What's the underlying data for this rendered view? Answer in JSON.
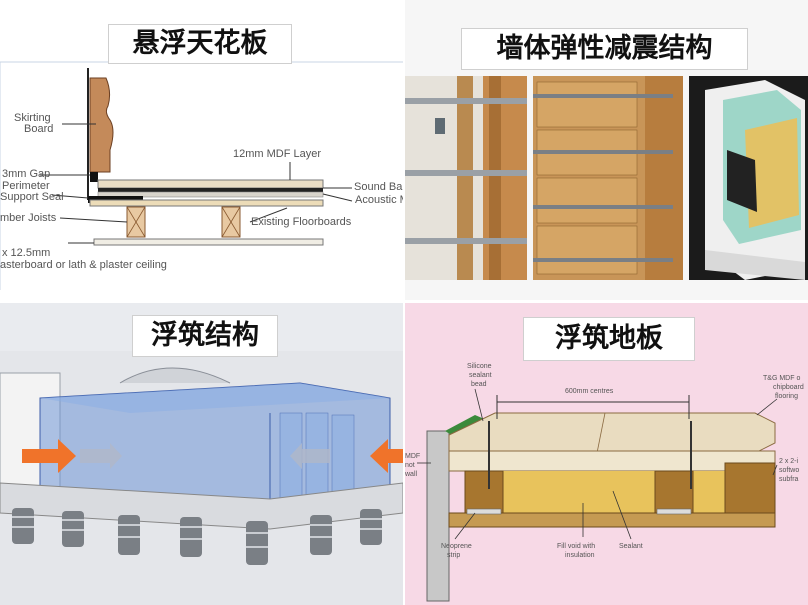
{
  "panels": {
    "suspended_ceiling": {
      "title": "悬浮天花板",
      "labels": {
        "skirting_1": "Skirting",
        "skirting_2": "Board",
        "mdf_layer": "12mm MDF Layer",
        "gap": "3mm Gap",
        "perimeter_1": "Perimeter",
        "perimeter_2": "Support Seal",
        "sound_barrier": "Sound Barri",
        "acoustic_mat": "Acoustic Ma",
        "joists": "mber Joists",
        "existing_floorboards": "Existing Floorboards",
        "plasterboard_1": "x 12.5mm",
        "plasterboard_2": "asterboard or lath & plaster ceiling"
      }
    },
    "wall_elastic": {
      "title": "墙体弹性减震结构"
    },
    "floating_structure": {
      "title": "浮筑结构"
    },
    "floating_floor": {
      "title": "浮筑地板",
      "labels": {
        "silicone_1": "Silicone",
        "silicone_2": "sealant",
        "silicone_3": "bead",
        "centres": "600mm centres",
        "tg_1": "T&G MDF o",
        "tg_2": "chipboard",
        "tg_3": "flooring",
        "mdf_1": "MDF",
        "mdf_2": "not",
        "mdf_3": "wall",
        "softwood_1": "2 x 2-i",
        "softwood_2": "softwo",
        "softwood_3": "subfra",
        "neoprene_1": "Neoprene",
        "neoprene_2": "strip",
        "fill_1": "Fill void with",
        "fill_2": "insulation",
        "sealant": "Sealant"
      }
    }
  },
  "colors": {
    "arrow_orange": "#f0732a",
    "glass_blue": "#6f95d6",
    "wood": "#d9a866",
    "insulation": "#e8c35c"
  }
}
